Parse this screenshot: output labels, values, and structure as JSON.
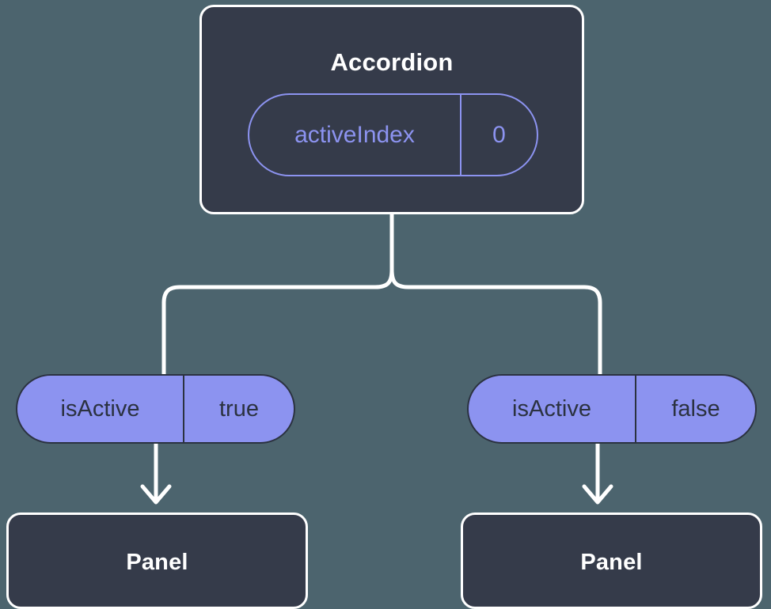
{
  "diagram": {
    "type": "component-state-tree",
    "background_color": "#4c646e",
    "node_fill_color": "#353b4a",
    "accent_color": "#8c93f0",
    "stroke_color": "#ffffff",
    "pill_border_color": "#2b3240"
  },
  "root": {
    "title": "Accordion",
    "prop": {
      "key": "activeIndex",
      "value": "0",
      "style": "outlined"
    }
  },
  "children": [
    {
      "prop": {
        "key": "isActive",
        "value": "true",
        "style": "filled"
      },
      "node": {
        "title": "Panel"
      }
    },
    {
      "prop": {
        "key": "isActive",
        "value": "false",
        "style": "filled"
      },
      "node": {
        "title": "Panel"
      }
    }
  ],
  "connectors": {
    "trunk_label": "accordion-to-children",
    "arrow_left_label": "isactive-true-to-panel",
    "arrow_right_label": "isactive-false-to-panel"
  }
}
